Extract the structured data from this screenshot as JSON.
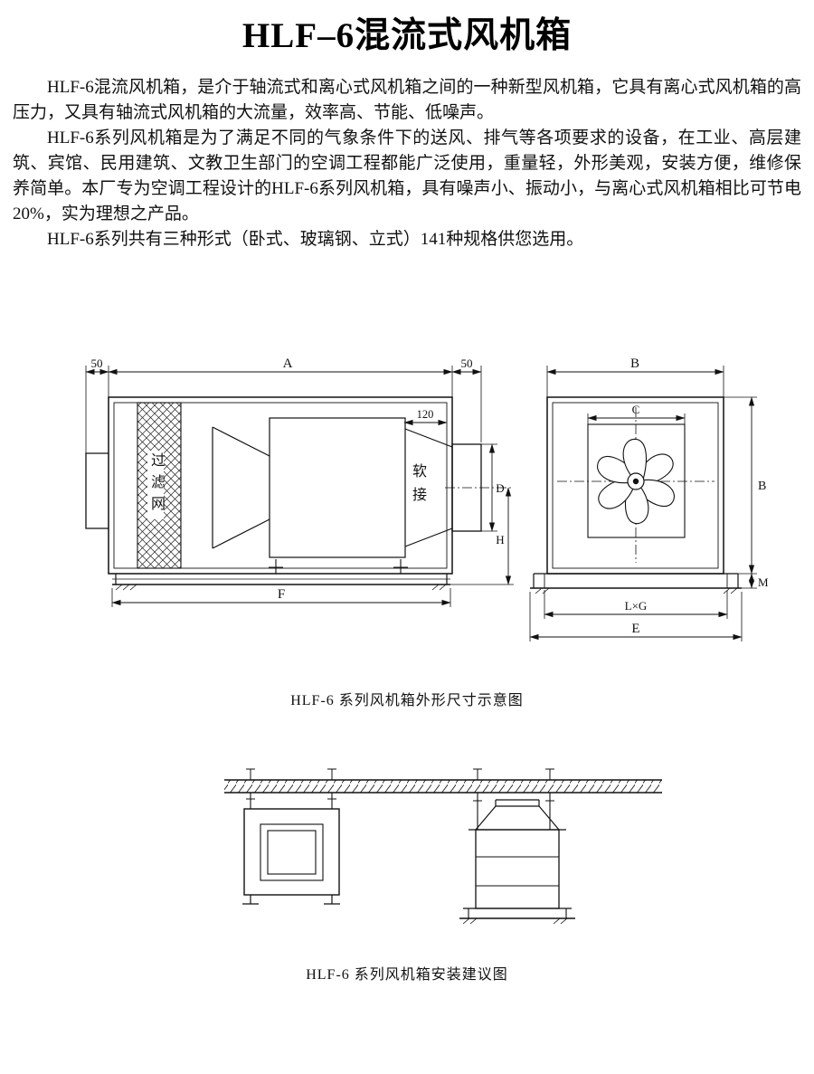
{
  "page": {
    "title": "HLF–6混流式风机箱",
    "paragraphs": [
      "HLF-6混流风机箱，是介于轴流式和离心式风机箱之间的一种新型风机箱，它具有离心式风机箱的高压力，又具有轴流式风机箱的大流量，效率高、节能、低噪声。",
      "HLF-6系列风机箱是为了满足不同的气象条件下的送风、排气等各项要求的设备，在工业、高层建筑、宾馆、民用建筑、文教卫生部门的空调工程都能广泛使用，重量轻，外形美观，安装方便，维修保养简单。本厂专为空调工程设计的HLF-6系列风机箱，具有噪声小、振动小，与离心式风机箱相比可节电20%，实为理想之产品。",
      "HLF-6系列共有三种形式（卧式、玻璃钢、立式）141种规格供您选用。"
    ]
  },
  "figure_dimensions": {
    "caption": "HLF-6 系列风机箱外形尺寸示意图",
    "side_view": {
      "dim_left_offset": "50",
      "dim_length": "A",
      "dim_right_offset": "50",
      "dim_outlet_depth": "120",
      "dim_outlet_height": "D",
      "dim_center_height": "H",
      "dim_base_length": "F",
      "label_filter": "过滤网",
      "label_flex_joint": "软接"
    },
    "front_view": {
      "dim_width": "B",
      "dim_inner_width": "C",
      "dim_height": "B",
      "dim_base_height": "M",
      "dim_bolt_spacing": "L×G",
      "dim_base_width": "E"
    }
  },
  "figure_installation": {
    "caption": "HLF-6 系列风机箱安装建议图"
  }
}
